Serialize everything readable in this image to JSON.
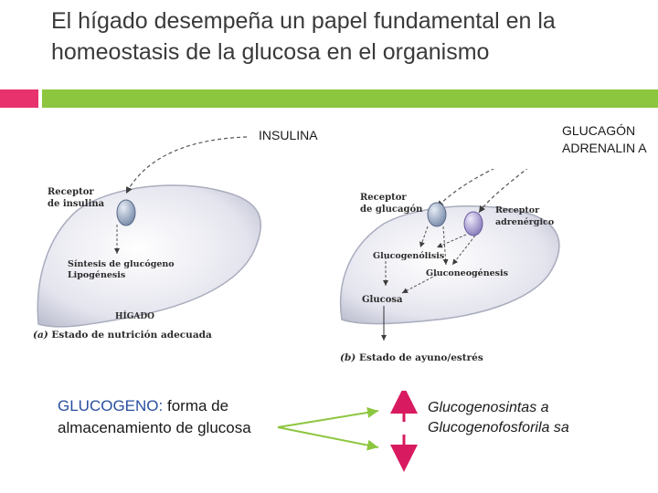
{
  "title": "El hígado desempeña un papel fundamental en la homeostasis de la glucosa en el organismo",
  "colors": {
    "pink": "#e8326e",
    "green": "#8cc63f",
    "note_blue": "#2a4fa0",
    "arrow_pink": "#d81b60",
    "arrow_green": "#8cc63f"
  },
  "labels": {
    "insulina": "INSULINA",
    "glucagon": "GLUCAGÓN ADRENALIN A"
  },
  "panel_a": {
    "receptor": "Receptor de insulina",
    "synthesis": "Síntesis de glucógeno Lipogénesis",
    "organ": "HÍGADO",
    "caption_letter": "(a)",
    "caption": "Estado de nutrición adecuada"
  },
  "panel_b": {
    "receptor_glucagon": "Receptor de glucagón",
    "receptor_adrenergic": "Receptor adrenérgico",
    "glycogenolysis": "Glucogenólisis",
    "gluconeogenesis": "Gluconeogénesis",
    "glucose": "Glucosa",
    "caption_letter": "(b)",
    "caption": "Estado de ayuno/estrés"
  },
  "note": {
    "term": "GLUCOGENO:",
    "text": "forma de almacenamiento de glucosa"
  },
  "enzymes": {
    "text": "Glucogenosintas a Glucogenofosforila sa"
  }
}
